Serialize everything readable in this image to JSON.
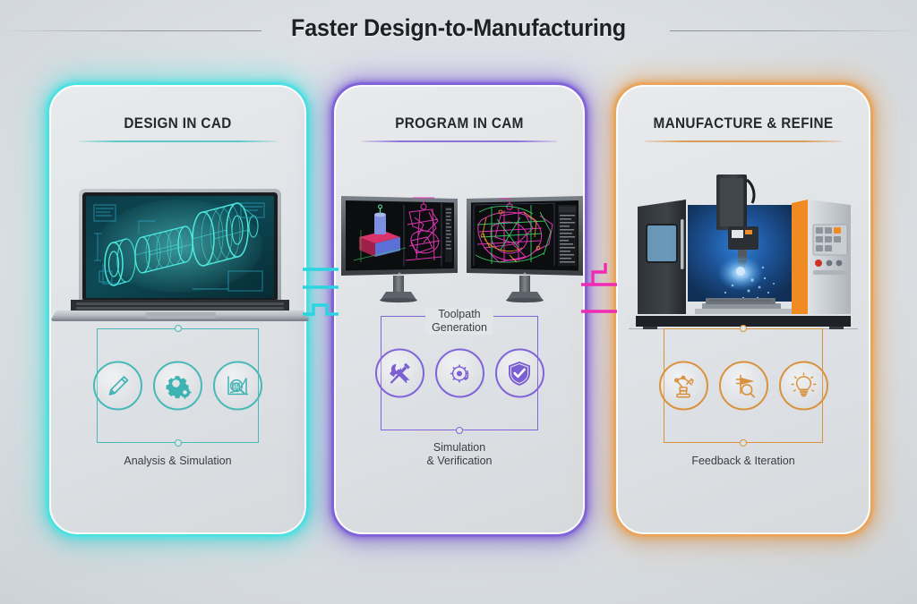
{
  "header": {
    "title": "Faster Design-to-Manufacturing"
  },
  "colors": {
    "accent_cad": "#4fe1e2",
    "accent_cam": "#8164d8",
    "accent_mfg": "#e8a55e",
    "connector_1": "#2ad4e0",
    "connector_2": "#ef2bb4",
    "background": "#dde1e5",
    "title_text": "#1e2124"
  },
  "panels": [
    {
      "id": "cad",
      "title": "DESIGN IN CAD",
      "hero": "laptop-cad-wireframe",
      "top_label": "",
      "caption": "Analysis & Simulation",
      "icons": [
        {
          "name": "pencil-icon",
          "label": "Pencil"
        },
        {
          "name": "gear-icon",
          "label": "Gear"
        },
        {
          "name": "chart-magnifier-icon",
          "label": "Chart Analysis"
        }
      ]
    },
    {
      "id": "cam",
      "title": "PROGRAM IN CAM",
      "hero": "dual-monitors-toolpath",
      "top_label_line1": "Toolpath",
      "top_label_line2": "Generation",
      "caption_line1": "Simulation",
      "caption_line2": "& Verification",
      "icons": [
        {
          "name": "wrench-screwdriver-icon",
          "label": "Tools"
        },
        {
          "name": "gear-arrow-icon",
          "label": "Process"
        },
        {
          "name": "shield-check-icon",
          "label": "Verified"
        }
      ]
    },
    {
      "id": "mfg",
      "title": "MANUFACTURE & REFINE",
      "hero": "cnc-milling-machine",
      "top_label": "",
      "caption": "Feedback & Iteration",
      "icons": [
        {
          "name": "robot-arm-icon",
          "label": "Robot Arm"
        },
        {
          "name": "inspect-magnifier-icon",
          "label": "Inspect"
        },
        {
          "name": "lightbulb-icon",
          "label": "Idea"
        }
      ]
    }
  ],
  "connectors": [
    {
      "name": "connector-cad-to-cam",
      "color": "#2ad4e0"
    },
    {
      "name": "connector-cam-to-mfg",
      "color": "#ef2bb4"
    }
  ]
}
